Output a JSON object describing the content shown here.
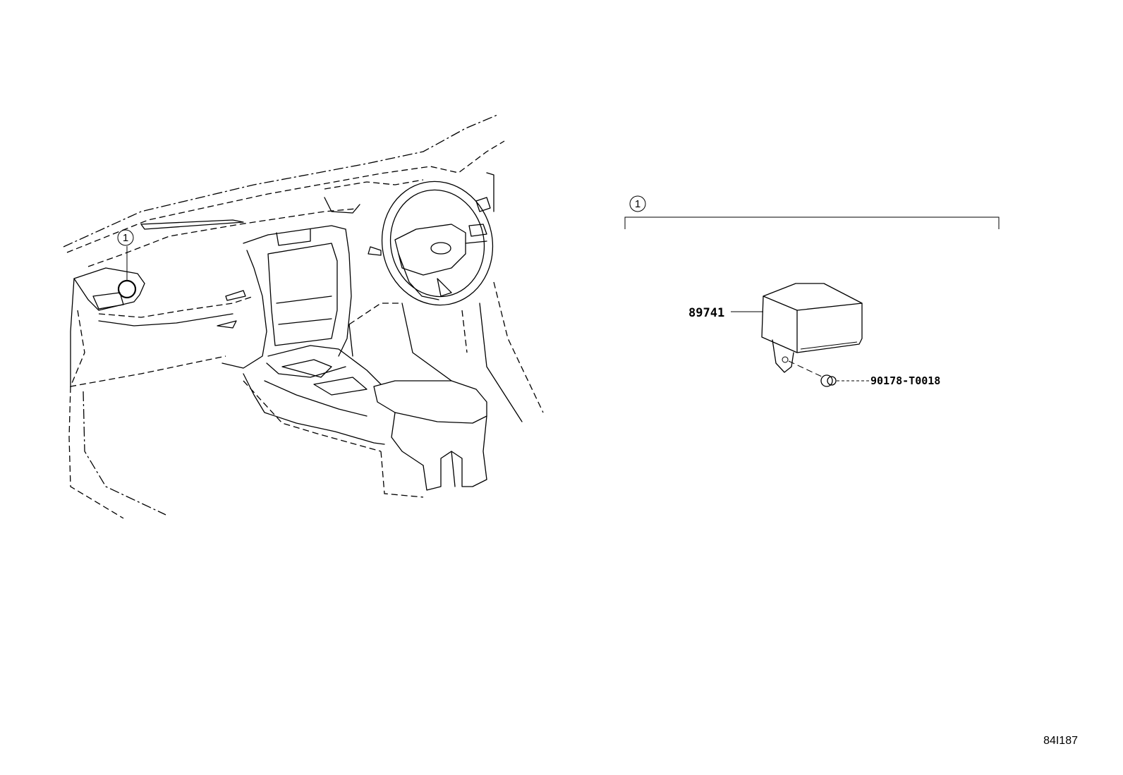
{
  "diagram": {
    "callout_ref": "1",
    "group_ref": "1",
    "parts": [
      {
        "number": "89741"
      },
      {
        "number": "90178-T0018"
      }
    ],
    "figure_id": "84I187"
  }
}
